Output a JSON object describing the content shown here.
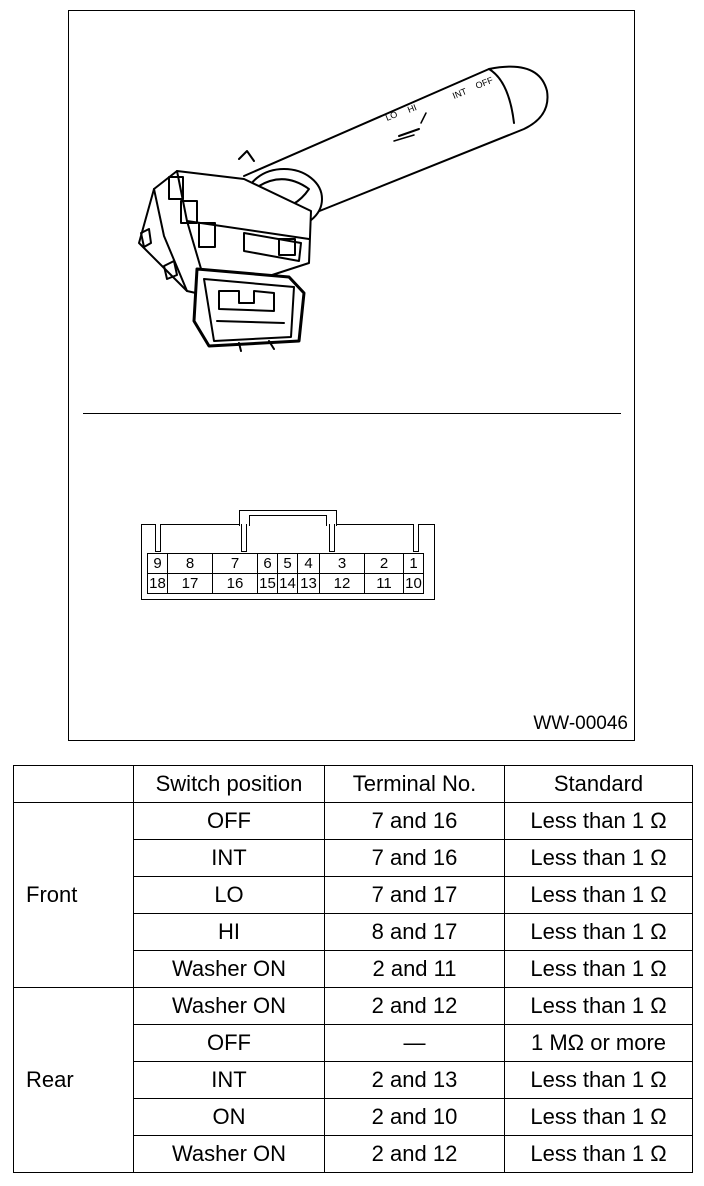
{
  "figure": {
    "code": "WW-00046",
    "lever_marks": [
      "LO",
      "HI",
      "INT",
      "OFF"
    ],
    "connector_pins": {
      "top": [
        "9",
        "8",
        "7",
        "6",
        "5",
        "4",
        "3",
        "2",
        "1"
      ],
      "bottom": [
        "18",
        "17",
        "16",
        "15",
        "14",
        "13",
        "12",
        "11",
        "10"
      ]
    }
  },
  "table": {
    "headers": [
      "",
      "Switch position",
      "Terminal No.",
      "Standard"
    ],
    "groups": [
      {
        "name": "Front",
        "rows": [
          {
            "position": "OFF",
            "terminal": "7 and 16",
            "standard": "Less than 1 Ω"
          },
          {
            "position": "INT",
            "terminal": "7 and 16",
            "standard": "Less than 1 Ω"
          },
          {
            "position": "LO",
            "terminal": "7 and 17",
            "standard": "Less than 1 Ω"
          },
          {
            "position": "HI",
            "terminal": "8 and 17",
            "standard": "Less than 1 Ω"
          },
          {
            "position": "Washer ON",
            "terminal": "2 and 11",
            "standard": "Less than 1 Ω"
          }
        ]
      },
      {
        "name": "Rear",
        "rows": [
          {
            "position": "Washer ON",
            "terminal": "2 and 12",
            "standard": "Less than 1 Ω"
          },
          {
            "position": "OFF",
            "terminal": "—",
            "standard": "1 MΩ or more"
          },
          {
            "position": "INT",
            "terminal": "2 and 13",
            "standard": "Less than 1 Ω"
          },
          {
            "position": "ON",
            "terminal": "2 and 10",
            "standard": "Less than 1 Ω"
          },
          {
            "position": "Washer ON",
            "terminal": "2 and 12",
            "standard": "Less than 1 Ω"
          }
        ]
      }
    ]
  }
}
